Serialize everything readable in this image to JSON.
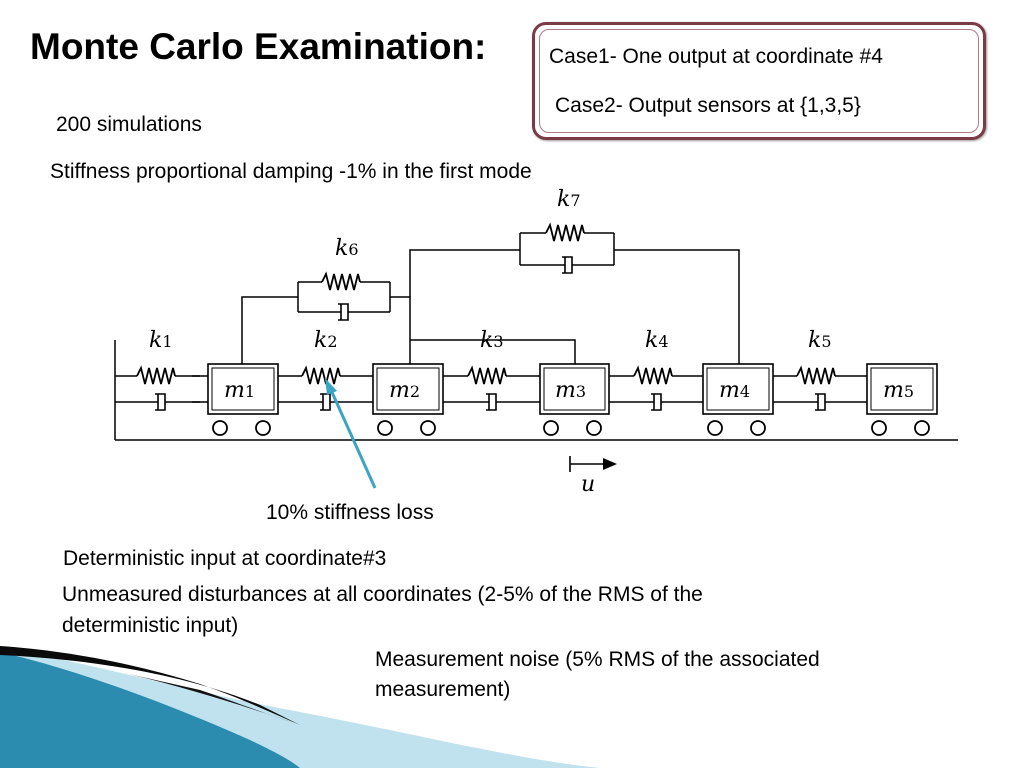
{
  "title": "Monte Carlo Examination:",
  "cases": [
    "Case1- One output at coordinate #4",
    "Case2- Output sensors at {1,3,5}"
  ],
  "simulations": "200 simulations",
  "damping": "Stiffness proportional damping -1% in the first mode",
  "diagram": {
    "springs": [
      {
        "sym": "k",
        "sub": "1"
      },
      {
        "sym": "k",
        "sub": "2"
      },
      {
        "sym": "k",
        "sub": "3"
      },
      {
        "sym": "k",
        "sub": "4"
      },
      {
        "sym": "k",
        "sub": "5"
      },
      {
        "sym": "k",
        "sub": "6"
      },
      {
        "sym": "k",
        "sub": "7"
      }
    ],
    "masses": [
      {
        "sym": "m",
        "sub": "1"
      },
      {
        "sym": "m",
        "sub": "2"
      },
      {
        "sym": "m",
        "sub": "3"
      },
      {
        "sym": "m",
        "sub": "4"
      },
      {
        "sym": "m",
        "sub": "5"
      }
    ],
    "displacement": "u",
    "stiffness_loss": "10% stiffness loss",
    "pointer_color": "#3aa4c4"
  },
  "notes": {
    "input": "Deterministic input at coordinate#3",
    "disturbance_1": "Unmeasured disturbances at all coordinates (2-5% of the RMS of the",
    "disturbance_2": "deterministic input)",
    "noise_1": "Measurement noise (5% RMS of the associated",
    "noise_2": "measurement)"
  },
  "theme": {
    "accent": "#7a3a48",
    "wave_blue": "#2b8cb0",
    "wave_dark": "#0a0a0a"
  }
}
